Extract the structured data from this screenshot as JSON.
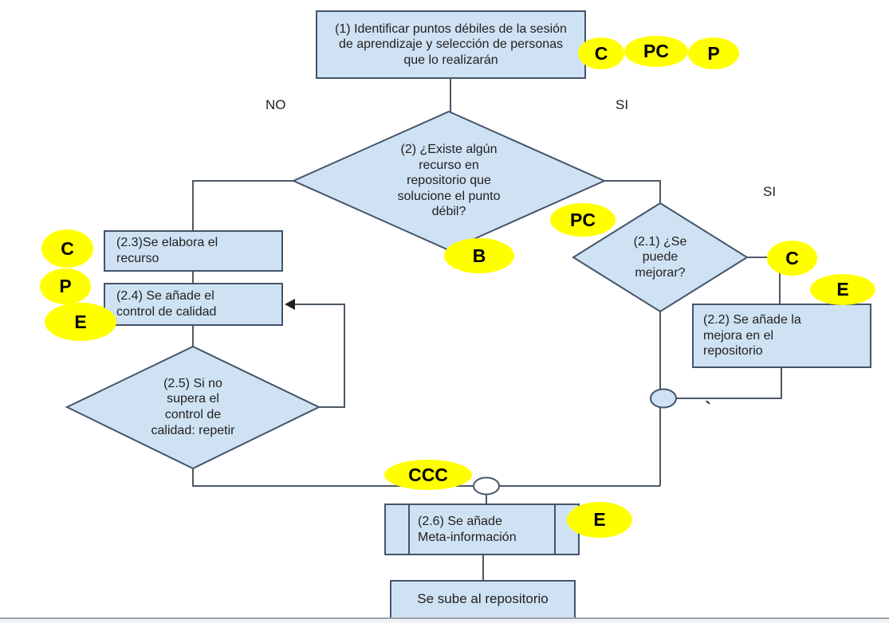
{
  "flow": {
    "node1": "(1) Identificar puntos débiles de la sesión de aprendizaje y selección de personas que lo realizarán",
    "decision2": "(2) ¿Existe algún recurso en repositorio que solucione el punto débil?",
    "node23": "(2.3)Se elabora el recurso",
    "node24": "(2.4) Se añade el control de calidad",
    "decision25": "(2.5) Si no supera el control de calidad: repetir",
    "decision21": "(2.1) ¿Se puede mejorar?",
    "node22": "(2.2) Se añade la mejora en el repositorio",
    "node26": "(2.6) Se añade Meta-información",
    "node_upload": "Se sube al repositorio"
  },
  "edge_labels": {
    "no": "NO",
    "si_top": "SI",
    "si_right": "SI"
  },
  "badges": {
    "c_top": "C",
    "pc_top": "PC",
    "p_top": "P",
    "pc_mid": "PC",
    "b": "B",
    "c_left": "C",
    "p_left": "P",
    "e_left": "E",
    "c_right": "C",
    "e_right": "E",
    "ccc": "CCC",
    "e_bottom": "E"
  },
  "stray_mark": "`",
  "colors": {
    "shape_fill": "#cfe2f3",
    "shape_border": "#44546a",
    "connector_line": "#4d5866",
    "highlight": "#ffff00",
    "text": "#212121"
  }
}
